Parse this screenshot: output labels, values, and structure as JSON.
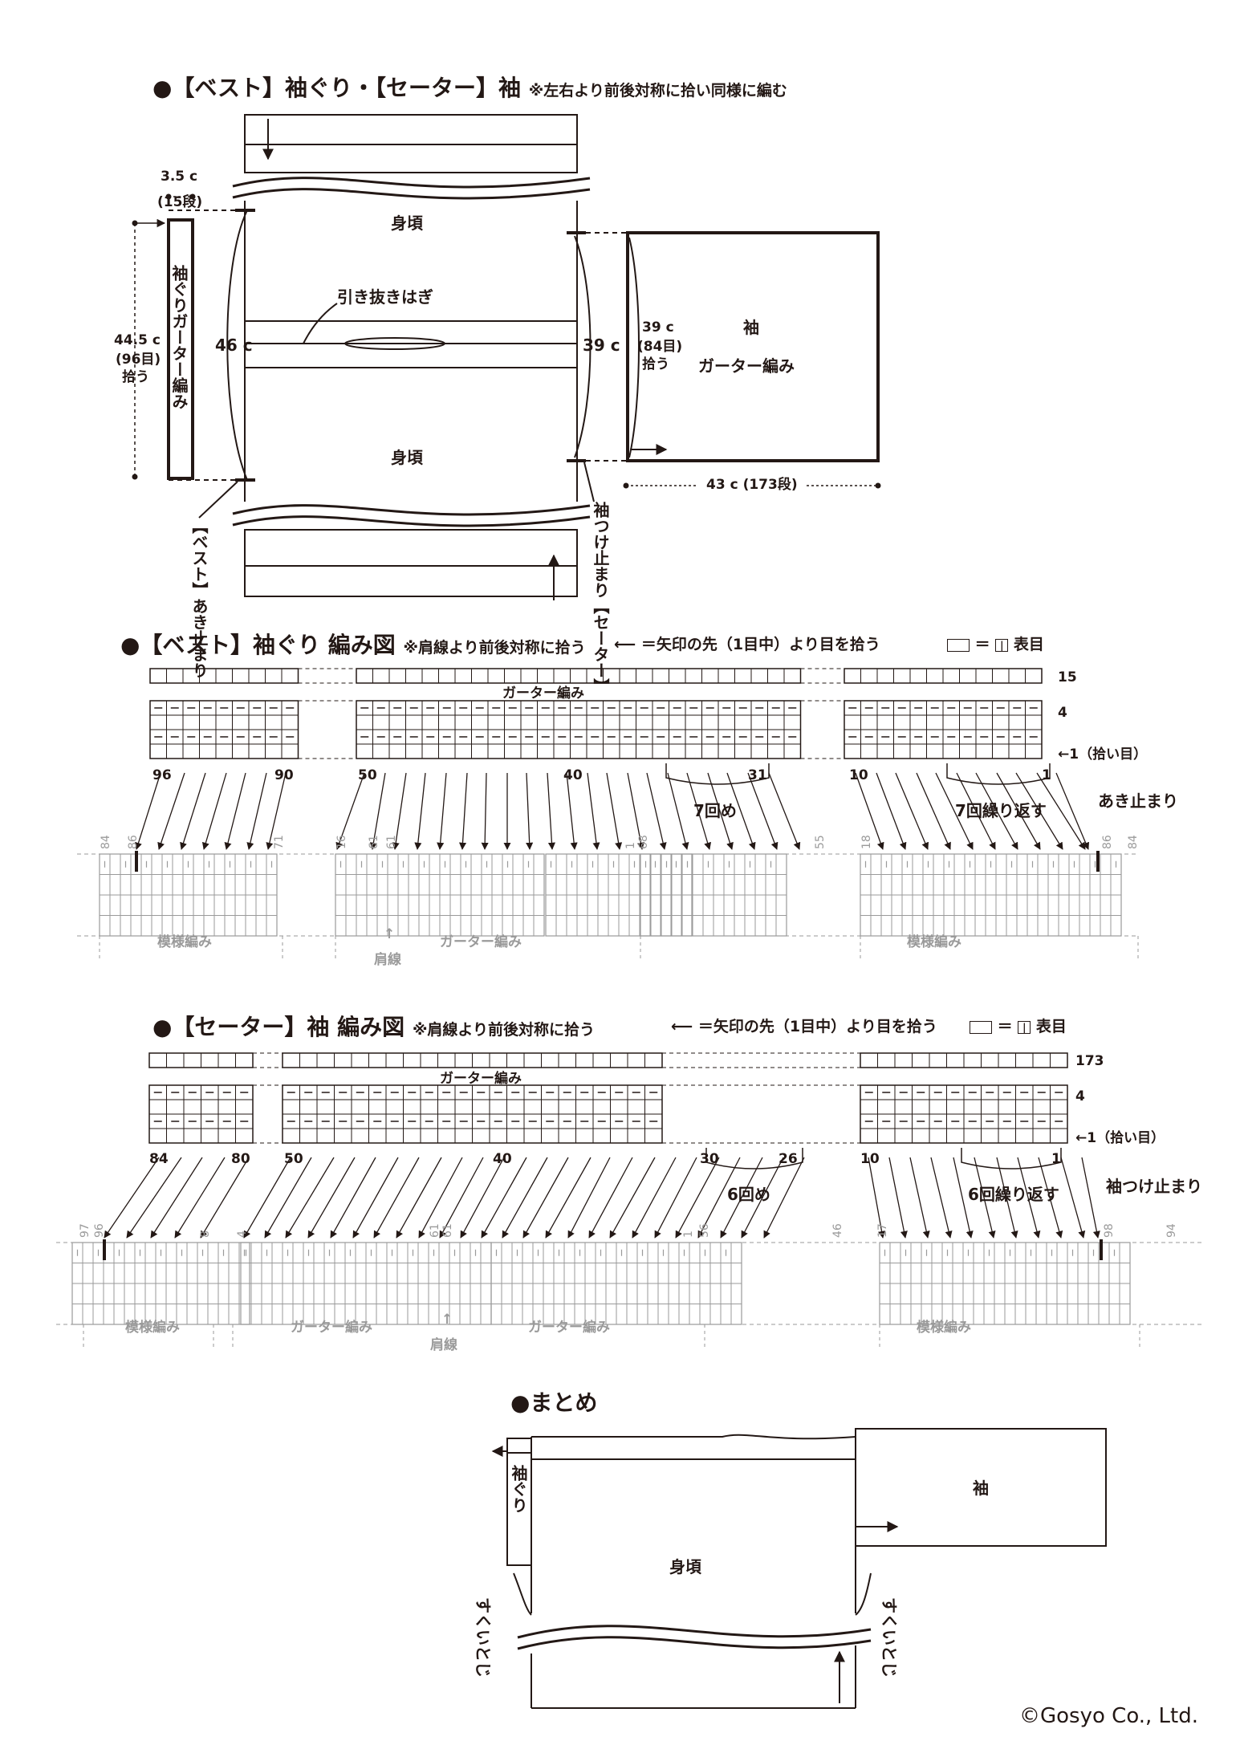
{
  "section1": {
    "title": "●【ベスト】袖ぐり・【セーター】袖",
    "note": "※左右より前後対称に拾い同様に編む",
    "body_label_top": "身頃",
    "body_label_bottom": "身頃",
    "seam_label": "引き抜きはぎ",
    "armhole_width": "46 c",
    "sleeve_width": "39 c",
    "band_width_cm": "3.5 c",
    "band_width_rows": "(15段)",
    "band_length_cm": "44.5 c",
    "band_length_sts": "(96目)",
    "band_pick": "拾う",
    "band_label": "袖ぐりガーター編み",
    "vest_stop": "【ベスト】あき止まり",
    "sweater_stop": "袖つけ止まり【セーター】",
    "sleeve_title": "袖",
    "sleeve_stitch": "ガーター編み",
    "sleeve_height_cm": "39 c",
    "sleeve_height_sts": "(84目)",
    "sleeve_pick": "拾う",
    "sleeve_length": "43 c (173段)"
  },
  "section2": {
    "title": "●【ベスト】袖ぐり 編み図",
    "note": "※肩線より前後対称に拾う",
    "legend_arrow": "＝矢印の先（1目中）より目を拾う",
    "legend_box": "＝",
    "legend_knit": "表目",
    "row_top": "15",
    "row_mid": "4",
    "row_pick": "←1（拾い目）",
    "stitch_label": "ガーター編み",
    "num_96": "96",
    "num_90": "90",
    "num_50": "50",
    "num_40": "40",
    "num_31": "31",
    "num_10": "10",
    "num_1": "1",
    "repeat_a": "7回め",
    "repeat_b": "7回繰り返す",
    "stop": "あき止まり",
    "bottom_left": "模様編み",
    "bottom_mid": "ガーター編み",
    "bottom_right": "模様編み",
    "shoulder": "肩線",
    "grey_nums": [
      "84",
      "86",
      "71",
      "16",
      "61",
      "61",
      "1",
      "68",
      "55",
      "18",
      "86",
      "84"
    ]
  },
  "section3": {
    "title": "●【セーター】袖 編み図",
    "note": "※肩線より前後対称に拾う",
    "legend_arrow": "＝矢印の先（1目中）より目を拾う",
    "legend_box": "＝",
    "legend_knit": "表目",
    "row_top": "173",
    "row_mid": "4",
    "row_pick": "←1（拾い目）",
    "stitch_label": "ガーター編み",
    "num_84": "84",
    "num_80": "80",
    "num_50": "50",
    "num_40": "40",
    "num_30": "30",
    "num_26": "26",
    "num_10": "10",
    "num_1": "1",
    "repeat_a": "6回め",
    "repeat_b": "6回繰り返す",
    "stop": "袖つけ止まり",
    "bottom_left": "模様編み",
    "bottom_mid1": "ガーター編み",
    "bottom_mid2": "ガーター編み",
    "bottom_right": "模様編み",
    "shoulder": "肩線",
    "grey_nums": [
      "97",
      "96",
      "8",
      "4",
      "61",
      "61",
      "1",
      "56",
      "46",
      "17",
      "98",
      "94"
    ]
  },
  "section4": {
    "title": "●まとめ",
    "armhole": "袖ぐり",
    "body": "身頃",
    "sleeve": "袖",
    "seam_left": "すくいとじ",
    "seam_right": "すくいとじ"
  },
  "copyright": "©Gosyo Co., Ltd."
}
